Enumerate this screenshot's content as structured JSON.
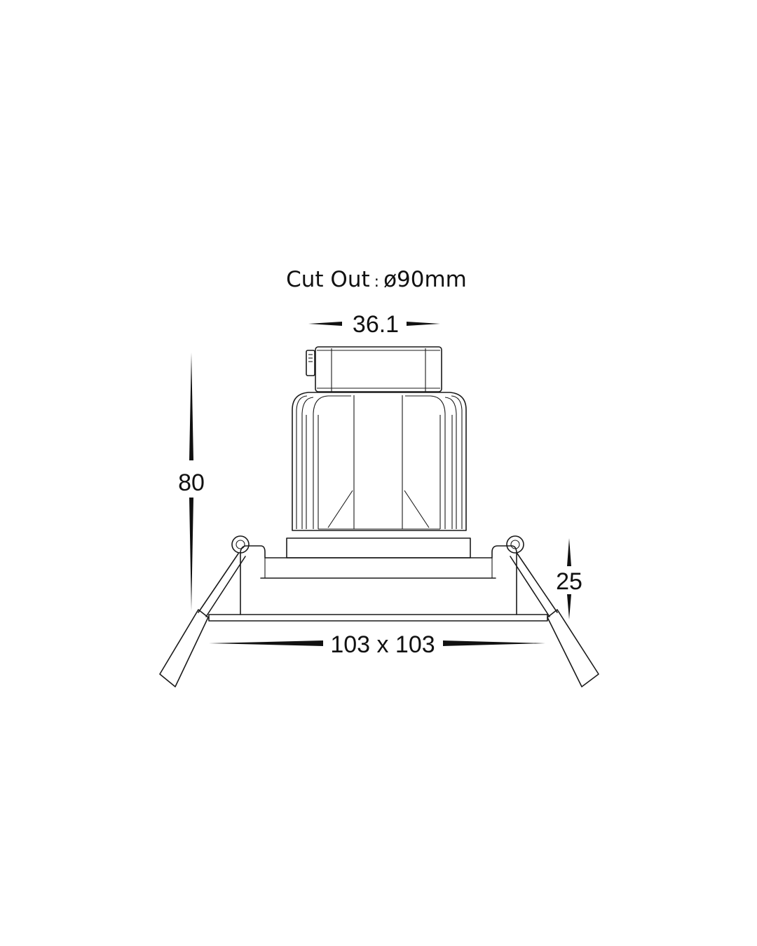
{
  "diagram": {
    "cutout_label": "Cut Out",
    "cutout_separator": ":",
    "cutout_value": "ø90mm",
    "dimensions": {
      "top_width": "36.1",
      "total_height": "80",
      "recess_height": "25",
      "base_size": "103 x 103"
    },
    "line_color": "#1a1a1a"
  }
}
